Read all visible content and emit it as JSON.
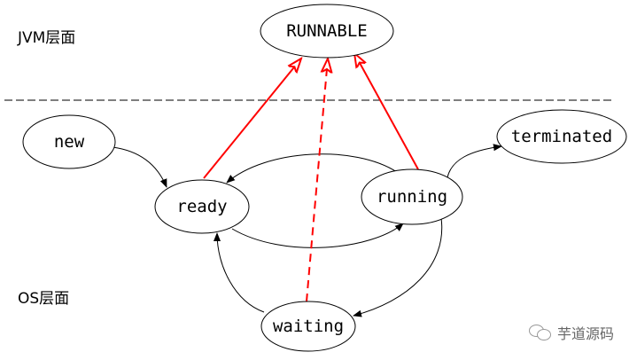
{
  "layers": {
    "jvm": "JVM层面",
    "os": "OS层面"
  },
  "states": {
    "runnable": "RUNNABLE",
    "new": "new",
    "ready": "ready",
    "running": "running",
    "terminated": "terminated",
    "waiting": "waiting"
  },
  "colors": {
    "mapping_edge": "#ff0000",
    "edge": "#000000"
  },
  "watermark": "芋道源码"
}
